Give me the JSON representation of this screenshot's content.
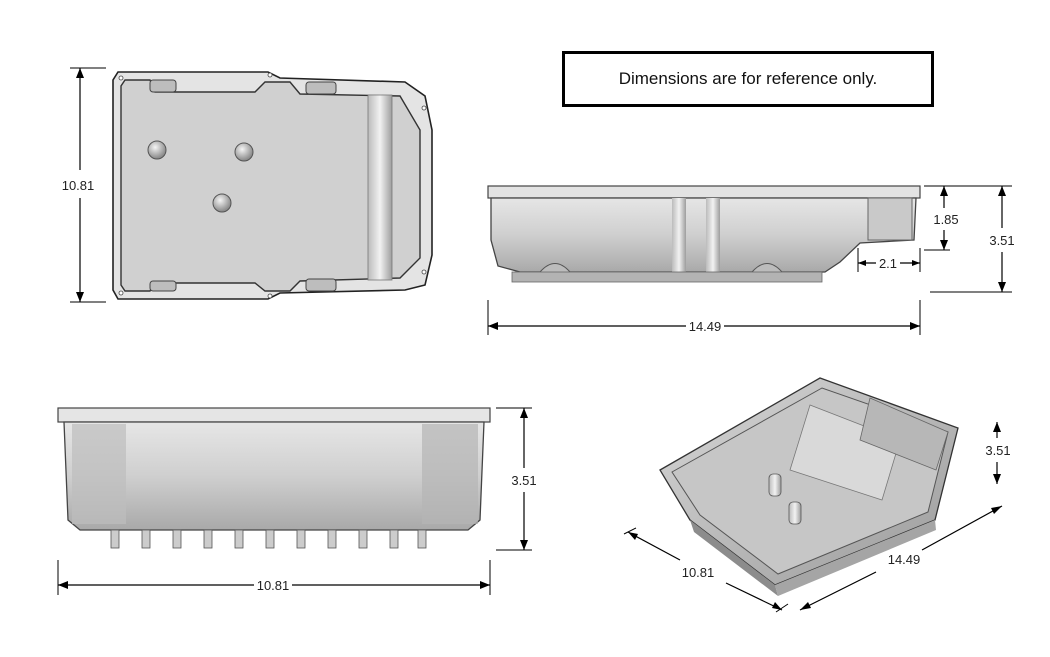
{
  "notice": {
    "text": "Dimensions are for reference only."
  },
  "top_view": {
    "height_label": "10.81"
  },
  "side_view": {
    "width_label": "14.49",
    "height_label": "3.51",
    "step_height_label": "1.85",
    "step_width_label": "2.1"
  },
  "end_view": {
    "width_label": "10.81",
    "height_label": "3.51"
  },
  "iso_view": {
    "width_label": "10.81",
    "length_label": "14.49",
    "height_label": "3.51"
  }
}
